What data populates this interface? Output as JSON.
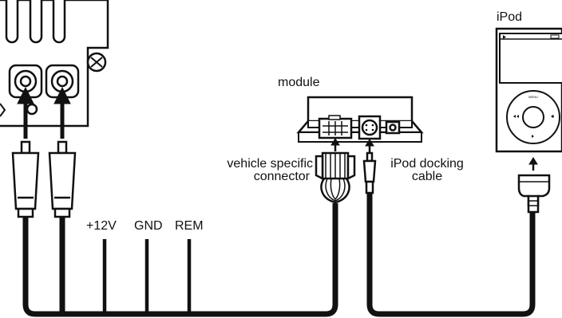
{
  "labels": {
    "ipod": "iPod",
    "module": "module",
    "vehicle_connector_line1": "vehicle specific",
    "vehicle_connector_line2": "connector",
    "ipod_cable_line1": "iPod docking",
    "ipod_cable_line2": "cable",
    "power_12v": "+12V",
    "ground": "GND",
    "remote": "REM",
    "ipod_menu": "MENU"
  },
  "colors": {
    "line": "#111111",
    "background": "#ffffff",
    "cable_fill": "#ffffff"
  }
}
